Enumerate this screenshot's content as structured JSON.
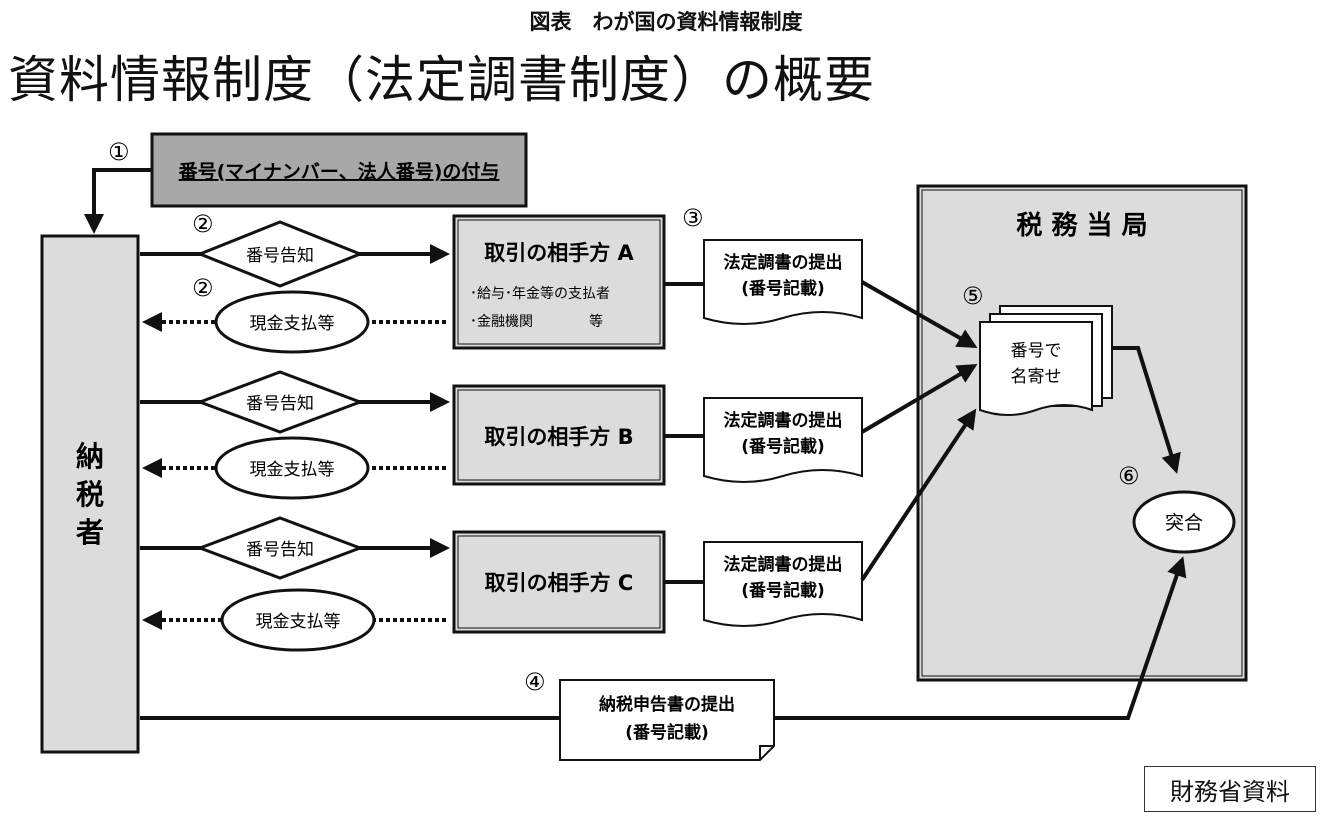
{
  "caption": "図表　わが国の資料情報制度",
  "title": "資料情報制度（法定調書制度）の概要",
  "step_numbers": {
    "s1": "①",
    "s2a": "②",
    "s2b": "②",
    "s3": "③",
    "s4": "④",
    "s5": "⑤",
    "s6": "⑥"
  },
  "number_assignment": "番号(マイナンバー、法人番号)の付与",
  "taxpayer": [
    "納",
    "税",
    "者"
  ],
  "notify_label": "番号告知",
  "payment_label": "現金支払等",
  "counterparty_a": {
    "title": "取引の相手方 A",
    "line1": "･給与･年金等の支払者",
    "line2": "･金融機関　　　　等"
  },
  "counterparty_b": {
    "title": "取引の相手方 B"
  },
  "counterparty_c": {
    "title": "取引の相手方 C"
  },
  "statement": {
    "line1": "法定調書の提出",
    "line2": "(番号記載)"
  },
  "tax_authority": "税 務 当 局",
  "name_match": {
    "line1": "番号で",
    "line2": "名寄せ"
  },
  "reconcile": "突合",
  "tax_return": {
    "line1": "納税申告書の提出",
    "line2": "(番号記載)"
  },
  "source": "財務省資料",
  "colors": {
    "panel_fill": "#dcdcdc",
    "dark_fill": "#a8a8a8",
    "line": "#111111"
  }
}
